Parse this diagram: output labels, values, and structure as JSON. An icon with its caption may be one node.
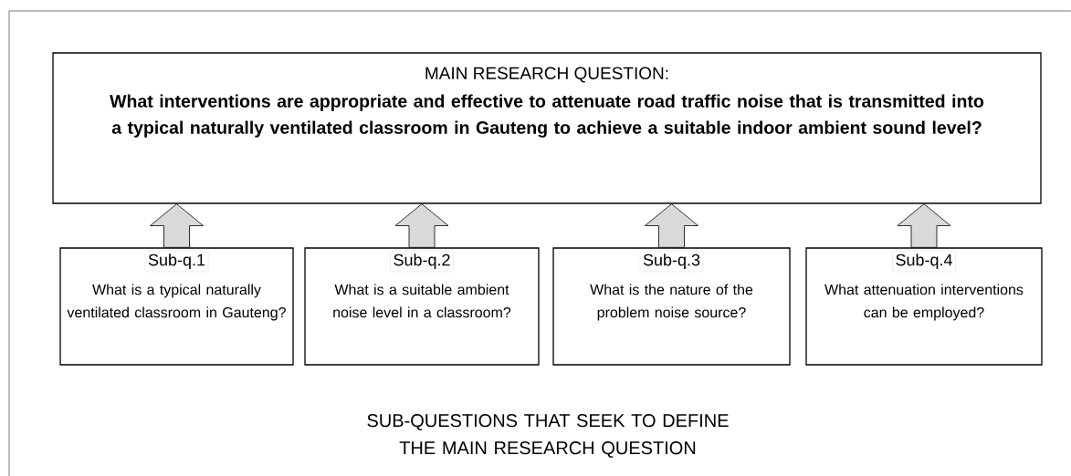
{
  "diagram": {
    "caption": "SUB-QUESTIONS THAT SEEK TO DEFINE THE MAIN RESEARCH QUESTION",
    "nodes": [
      {
        "text": [
          "MAIN RESEARCH QUESTION:",
          "What interventions are appropriate and effective to attenuate road traffic noise that is transmitted into a typical naturally ventilated classroom in Gauteng to achieve a suitable indoor ambient sound level?"
        ]
      },
      {
        "text": [
          "Sub-q.1",
          "What is a typical naturally ventilated classroom in Gauteng?"
        ]
      },
      {
        "text": [
          "Sub-q.2",
          "What is a suitable ambient noise level in a classroom?"
        ]
      },
      {
        "text": [
          "Sub-q.3",
          "What is the nature of the problem noise source?"
        ]
      },
      {
        "text": [
          "Sub-q.4",
          "What attenuation interventions can be employed?"
        ]
      }
    ],
    "edges": [
      {
        "from": 1,
        "to": 0,
        "arrow": "to"
      },
      {
        "from": 2,
        "to": 0,
        "arrow": "to"
      },
      {
        "from": 3,
        "to": 0,
        "arrow": "to"
      },
      {
        "from": 4,
        "to": 0,
        "arrow": "to"
      }
    ]
  }
}
